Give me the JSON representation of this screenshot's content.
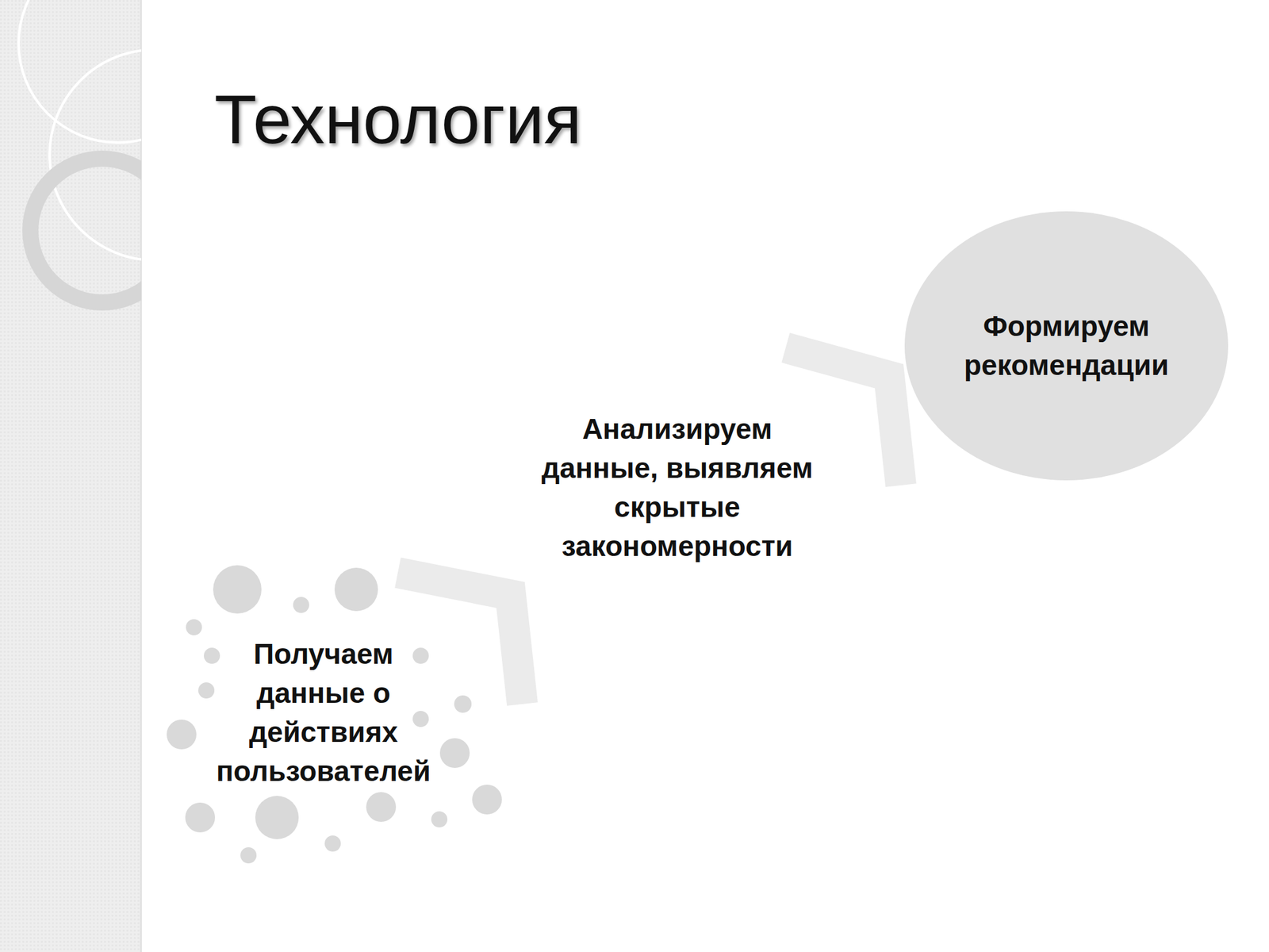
{
  "diagram": {
    "title": "Технология",
    "nodes": [
      {
        "text": [
          "Получаем данные о действиях пользователей"
        ]
      },
      {
        "text": [
          "Анализируем данные, выявляем скрытые закономерности"
        ]
      },
      {
        "text": [
          "Формируем рекомендации"
        ]
      }
    ],
    "edges": [
      {
        "from": 0,
        "to": 1,
        "arrow": "to"
      },
      {
        "from": 1,
        "to": 2,
        "arrow": "to"
      }
    ]
  }
}
